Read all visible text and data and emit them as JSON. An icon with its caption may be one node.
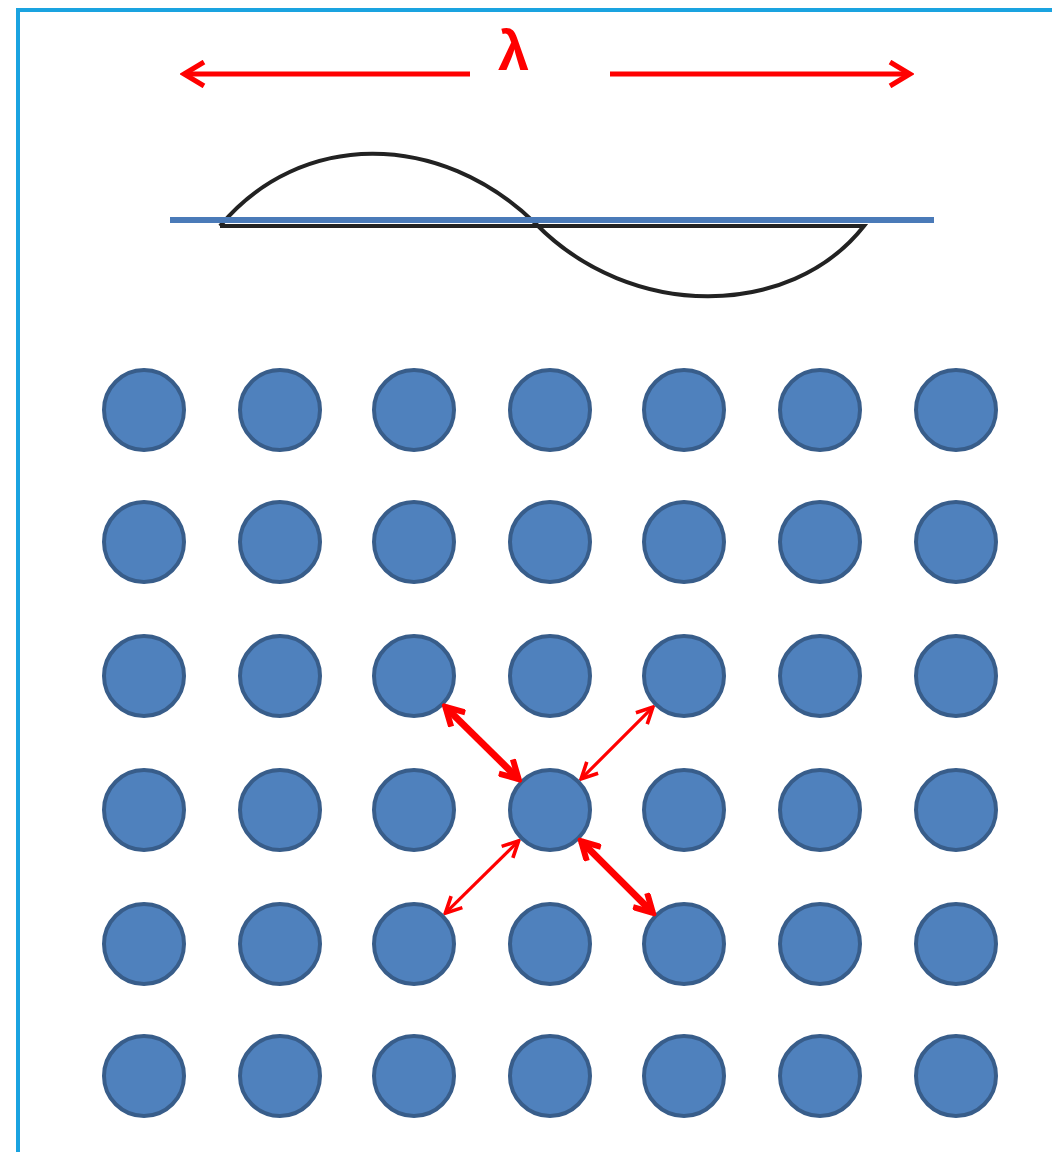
{
  "diagram": {
    "nodes": [
      {
        "text": [],
        "shape": "circle"
      },
      {
        "text": [],
        "shape": "circle"
      },
      {
        "text": [],
        "shape": "circle"
      },
      {
        "text": [],
        "shape": "circle"
      },
      {
        "text": [],
        "shape": "circle"
      },
      {
        "text": [],
        "shape": "circle"
      },
      {
        "text": [],
        "shape": "circle"
      },
      {
        "text": [],
        "shape": "circle"
      },
      {
        "text": [],
        "shape": "circle"
      },
      {
        "text": [],
        "shape": "circle"
      },
      {
        "text": [],
        "shape": "circle"
      },
      {
        "text": [],
        "shape": "circle"
      },
      {
        "text": [],
        "shape": "circle"
      },
      {
        "text": [],
        "shape": "circle"
      },
      {
        "text": [],
        "shape": "circle"
      },
      {
        "text": [],
        "shape": "circle"
      },
      {
        "text": [],
        "shape": "circle"
      },
      {
        "text": [],
        "shape": "circle"
      },
      {
        "text": [],
        "shape": "circle"
      },
      {
        "text": [],
        "shape": "circle"
      },
      {
        "text": [],
        "shape": "circle"
      },
      {
        "text": [],
        "shape": "circle"
      },
      {
        "text": [],
        "shape": "circle"
      },
      {
        "text": [],
        "shape": "circle"
      },
      {
        "text": [],
        "shape": "circle"
      },
      {
        "text": [],
        "shape": "circle"
      },
      {
        "text": [],
        "shape": "circle"
      },
      {
        "text": [],
        "shape": "circle"
      },
      {
        "text": [],
        "shape": "circle"
      },
      {
        "text": [],
        "shape": "circle"
      },
      {
        "text": [],
        "shape": "circle"
      },
      {
        "text": [],
        "shape": "circle"
      },
      {
        "text": [],
        "shape": "circle"
      },
      {
        "text": [],
        "shape": "circle"
      },
      {
        "text": [],
        "shape": "circle"
      },
      {
        "text": [],
        "shape": "circle"
      },
      {
        "text": [],
        "shape": "circle"
      },
      {
        "text": [],
        "shape": "circle"
      },
      {
        "text": [],
        "shape": "circle"
      },
      {
        "text": [],
        "shape": "circle"
      },
      {
        "text": [],
        "shape": "circle"
      },
      {
        "text": [],
        "shape": "circle"
      }
    ],
    "edges": [
      {
        "from": 24,
        "to": 16,
        "arrow": "both",
        "style": "thick"
      },
      {
        "from": 24,
        "to": 18,
        "arrow": "both"
      },
      {
        "from": 24,
        "to": 30,
        "arrow": "both"
      },
      {
        "from": 24,
        "to": 32,
        "arrow": "both",
        "style": "thick"
      }
    ],
    "labels": [
      "λ"
    ]
  }
}
